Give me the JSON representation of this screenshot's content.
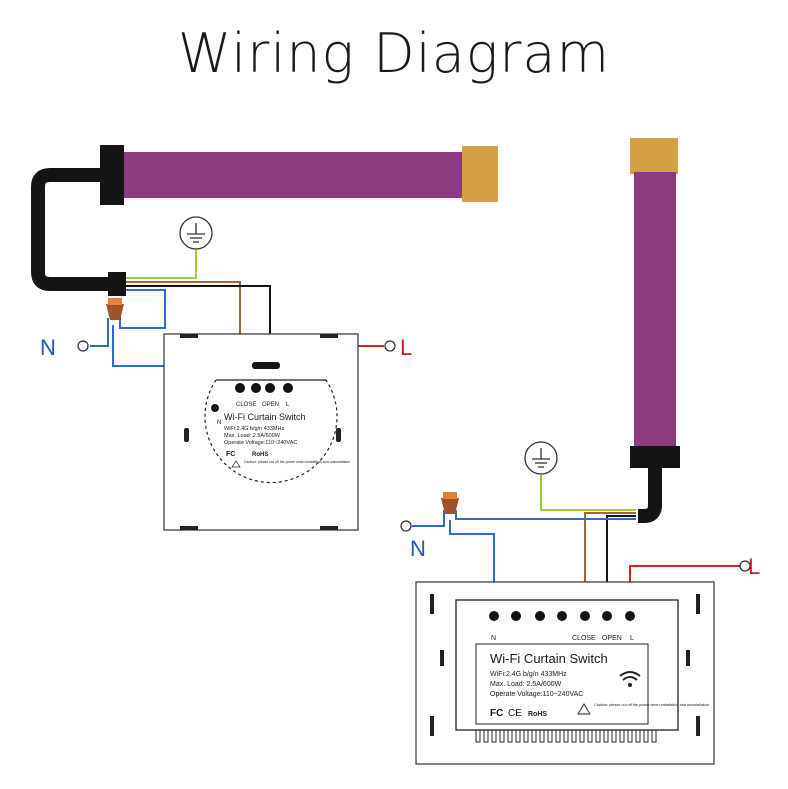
{
  "title": "Wiring Diagram",
  "colors": {
    "motor_tube": "#8e3a7e",
    "motor_cap": "#d4a046",
    "cable": "#141414",
    "wire_neutral": "#2f6bc4",
    "wire_live": "#d2232a",
    "wire_earth": "#9acb3c",
    "wire_brown": "#9a6a3a",
    "label_n": "#2358b8",
    "label_l": "#cc1f24"
  },
  "labels": {
    "neutral": "N",
    "live": "L"
  },
  "earth_symbol": "earth-ground-icon",
  "switch_round": {
    "terminals": {
      "n": "N",
      "close": "CLOSE",
      "open": "OPEN",
      "l": "L"
    },
    "name": "Wi-Fi Curtain Switch",
    "specs": [
      "WiFi:2.4G b/g/n 433MHz",
      "Max. Load: 2.5A/600W",
      "Operate Voltage:110~240VAC"
    ],
    "caution": "Caution: please cut off the power when installation and uninstallation",
    "certs": [
      "FC",
      "RoHS"
    ]
  },
  "switch_rect": {
    "terminals": {
      "n": "N",
      "close": "CLOSE",
      "open": "OPEN",
      "l": "L"
    },
    "name": "Wi-Fi Curtain Switch",
    "specs": [
      "WiFi:2.4G b/g/n 433MHz",
      "Max. Load: 2.5A/600W",
      "Operate Voltage:110~240VAC"
    ],
    "caution": "Caution: please cut off the power when installation and uninstallation",
    "certs": [
      "FC",
      "CE",
      "RoHS"
    ]
  }
}
